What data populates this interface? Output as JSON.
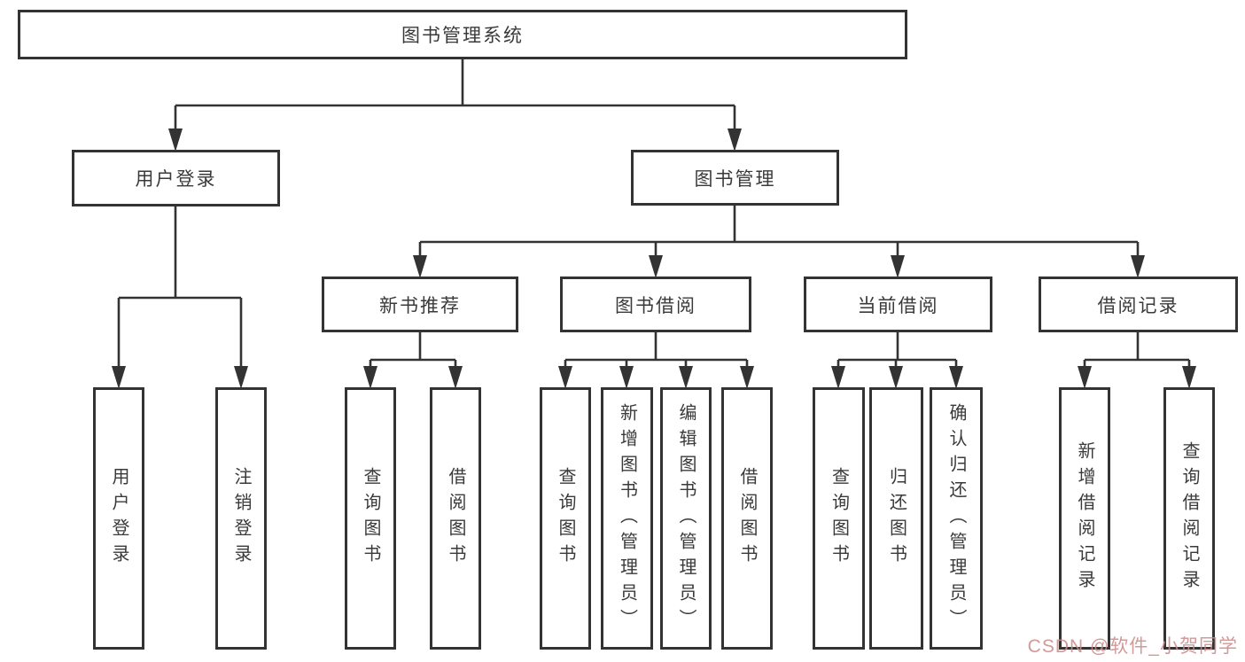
{
  "diagram": {
    "type": "hierarchy-tree",
    "watermark": "CSDN @软件_小贺同学",
    "colors": {
      "line": "#333333",
      "box_border": "#333333",
      "box_background": "#ffffff",
      "text": "#3a3a3a",
      "watermark": "#cd8a8a"
    },
    "nodes": {
      "root": {
        "label": "图书管理系统"
      },
      "user_login": {
        "label": "用户登录"
      },
      "book_mgmt": {
        "label": "图书管理"
      },
      "new_book_rec": {
        "label": "新书推荐"
      },
      "book_borrow": {
        "label": "图书借阅"
      },
      "current_borrow": {
        "label": "当前借阅"
      },
      "borrow_record": {
        "label": "借阅记录"
      },
      "leaf_user_login": {
        "label": "用户登录"
      },
      "leaf_logout": {
        "label": "注销登录"
      },
      "leaf_nbr_query": {
        "label": "查询图书"
      },
      "leaf_nbr_borrow": {
        "label": "借阅图书"
      },
      "leaf_bb_query": {
        "label": "查询图书"
      },
      "leaf_bb_add": {
        "label": "新增图书（管理员）"
      },
      "leaf_bb_edit": {
        "label": "编辑图书（管理员）"
      },
      "leaf_bb_borrow": {
        "label": "借阅图书"
      },
      "leaf_cb_query": {
        "label": "查询图书"
      },
      "leaf_cb_return": {
        "label": "归还图书"
      },
      "leaf_cb_confirm": {
        "label": "确认归还（管理员）"
      },
      "leaf_br_add": {
        "label": "新增借阅记录"
      },
      "leaf_br_query": {
        "label": "查询借阅记录"
      }
    },
    "hierarchy": {
      "图书管理系统": {
        "用户登录": [
          "用户登录",
          "注销登录"
        ],
        "图书管理": {
          "新书推荐": [
            "查询图书",
            "借阅图书"
          ],
          "图书借阅": [
            "查询图书",
            "新增图书（管理员）",
            "编辑图书（管理员）",
            "借阅图书"
          ],
          "当前借阅": [
            "查询图书",
            "归还图书",
            "确认归还（管理员）"
          ],
          "借阅记录": [
            "新增借阅记录",
            "查询借阅记录"
          ]
        }
      }
    }
  }
}
